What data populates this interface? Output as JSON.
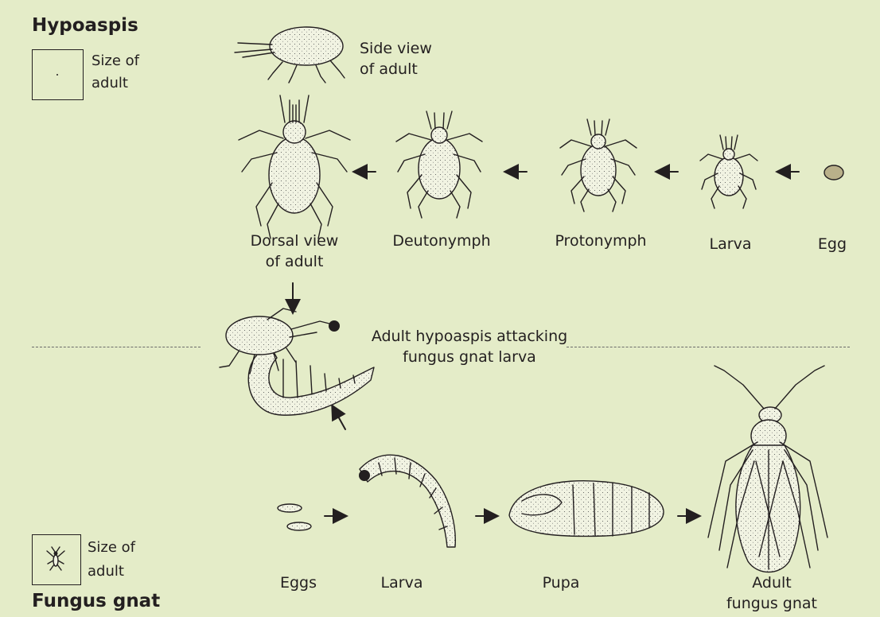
{
  "hypoaspis": {
    "title": "Hypoaspis",
    "size_label_line1": "Size of",
    "size_label_line2": "adult",
    "side_view_line1": "Side view",
    "side_view_line2": "of adult",
    "stages": {
      "dorsal_line1": "Dorsal view",
      "dorsal_line2": "of adult",
      "deutonymph": "Deutonymph",
      "protonymph": "Protonymph",
      "larva": "Larva",
      "egg": "Egg"
    }
  },
  "interaction": {
    "line1": "Adult hypoaspis attacking",
    "line2": "fungus gnat larva"
  },
  "fungus_gnat": {
    "title": "Fungus gnat",
    "size_label_line1": "Size of",
    "size_label_line2": "adult",
    "stages": {
      "eggs": "Eggs",
      "larva": "Larva",
      "pupa": "Pupa",
      "adult_line1": "Adult",
      "adult_line2": "fungus gnat"
    }
  },
  "colors": {
    "background": "#e4ecc8",
    "ink": "#231f20",
    "body_fill": "#f1f3e2",
    "dash": "#6a6a6a"
  }
}
